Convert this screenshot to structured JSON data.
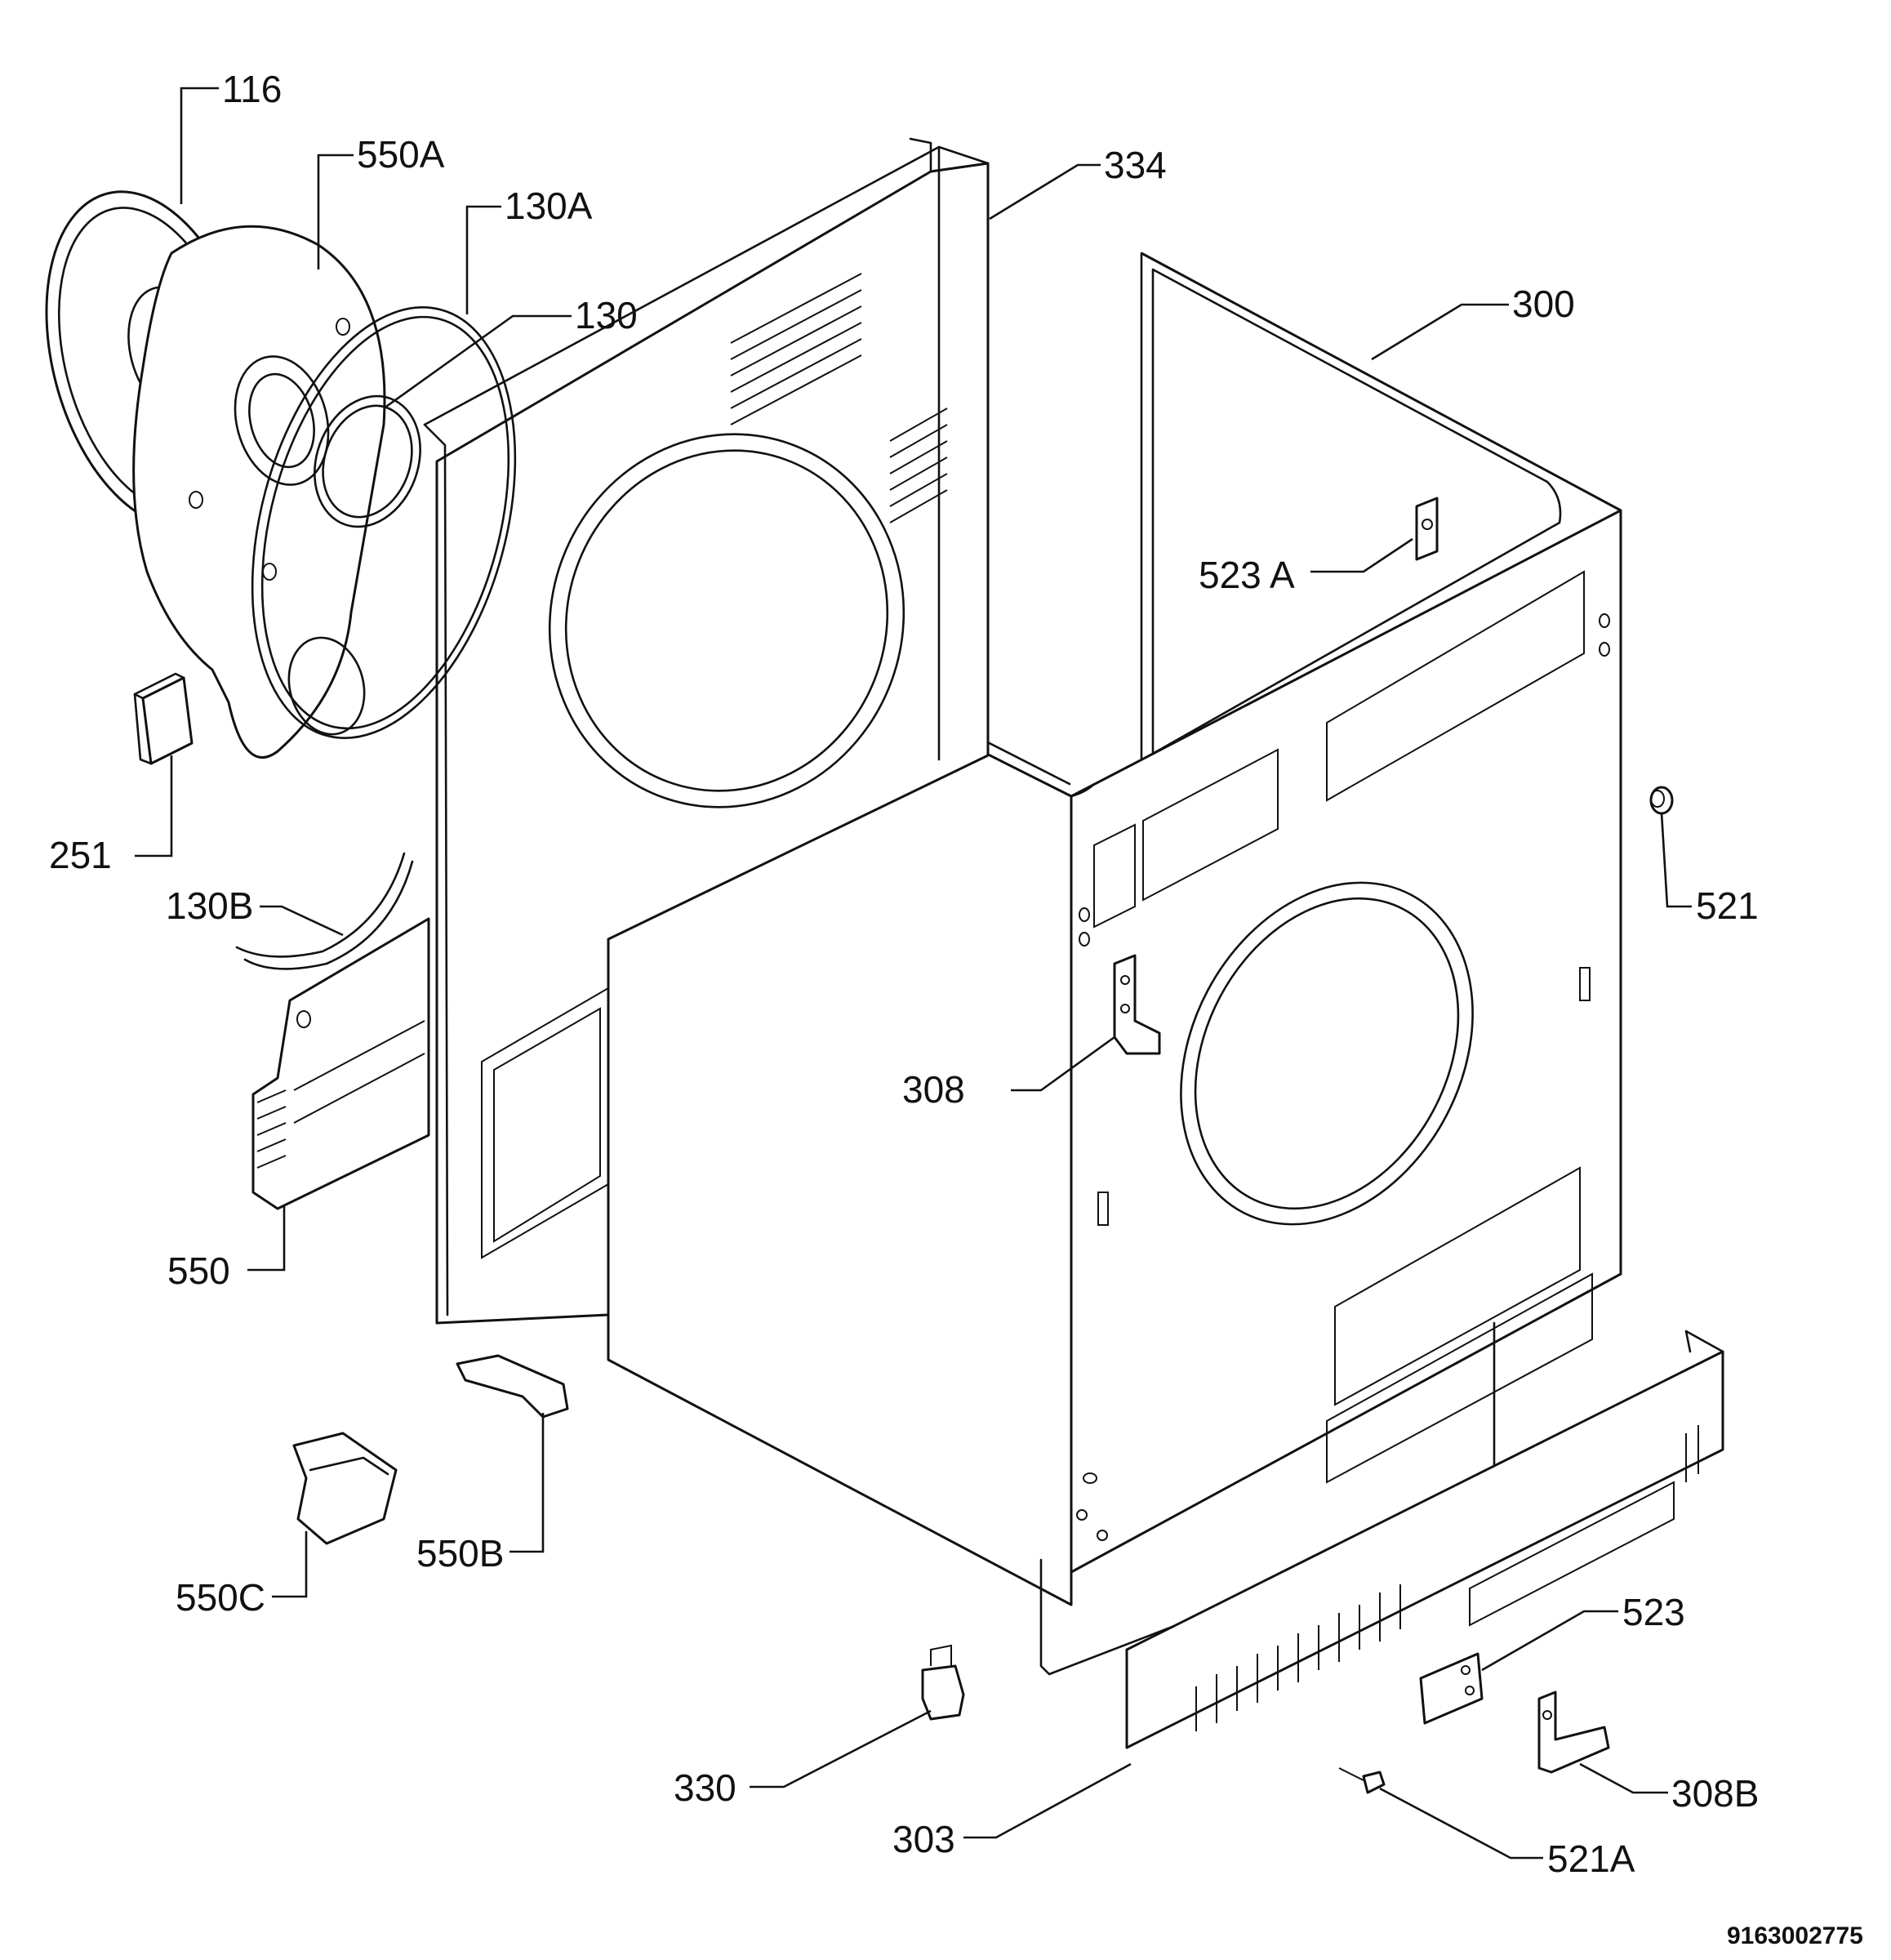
{
  "diagram": {
    "labels": {
      "p116": "116",
      "p550a": "550A",
      "p130a": "130A",
      "p130": "130",
      "p334": "334",
      "p300": "300",
      "p523a": "523 A",
      "p251": "251",
      "p521": "521",
      "p130b": "130B",
      "p308": "308",
      "p550": "550",
      "p550b": "550B",
      "p550c": "550C",
      "p523": "523",
      "p330": "330",
      "p308b": "308B",
      "p303": "303",
      "p521a": "521A"
    },
    "document_number": "9163002775"
  }
}
